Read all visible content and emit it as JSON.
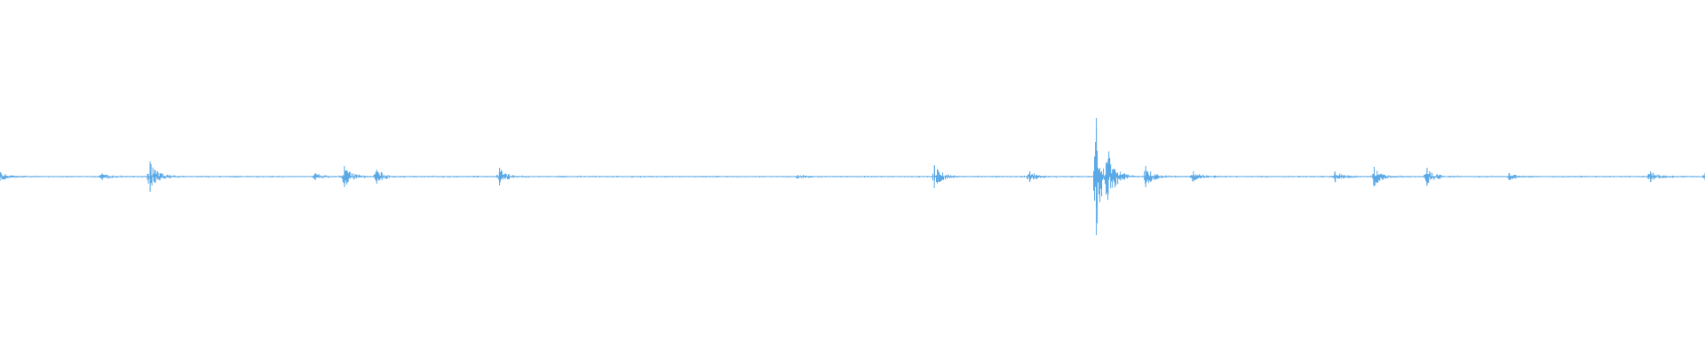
{
  "chart_data": {
    "type": "line",
    "title": "",
    "xlabel": "",
    "ylabel": "",
    "color": "#5aa9e6",
    "background": "#ffffff",
    "grid": false,
    "legend": "none",
    "xlim": [
      0,
      1
    ],
    "ylim": [
      -1,
      1
    ],
    "baseline": 0,
    "noise_amplitude": 0.004,
    "events": [
      {
        "t": 0.0,
        "amplitude": 0.025
      },
      {
        "t": 0.06,
        "amplitude": 0.018
      },
      {
        "t": 0.088,
        "amplitude": 0.085
      },
      {
        "t": 0.185,
        "amplitude": 0.02
      },
      {
        "t": 0.202,
        "amplitude": 0.06
      },
      {
        "t": 0.221,
        "amplitude": 0.04
      },
      {
        "t": 0.293,
        "amplitude": 0.05
      },
      {
        "t": 0.468,
        "amplitude": 0.01
      },
      {
        "t": 0.548,
        "amplitude": 0.065
      },
      {
        "t": 0.604,
        "amplitude": 0.03
      },
      {
        "t": 0.643,
        "amplitude": 0.33
      },
      {
        "t": 0.65,
        "amplitude": 0.1
      },
      {
        "t": 0.672,
        "amplitude": 0.06
      },
      {
        "t": 0.7,
        "amplitude": 0.03
      },
      {
        "t": 0.783,
        "amplitude": 0.03
      },
      {
        "t": 0.806,
        "amplitude": 0.055
      },
      {
        "t": 0.837,
        "amplitude": 0.05
      },
      {
        "t": 0.885,
        "amplitude": 0.02
      },
      {
        "t": 0.968,
        "amplitude": 0.03
      },
      {
        "t": 1.0,
        "amplitude": 0.02
      }
    ]
  }
}
